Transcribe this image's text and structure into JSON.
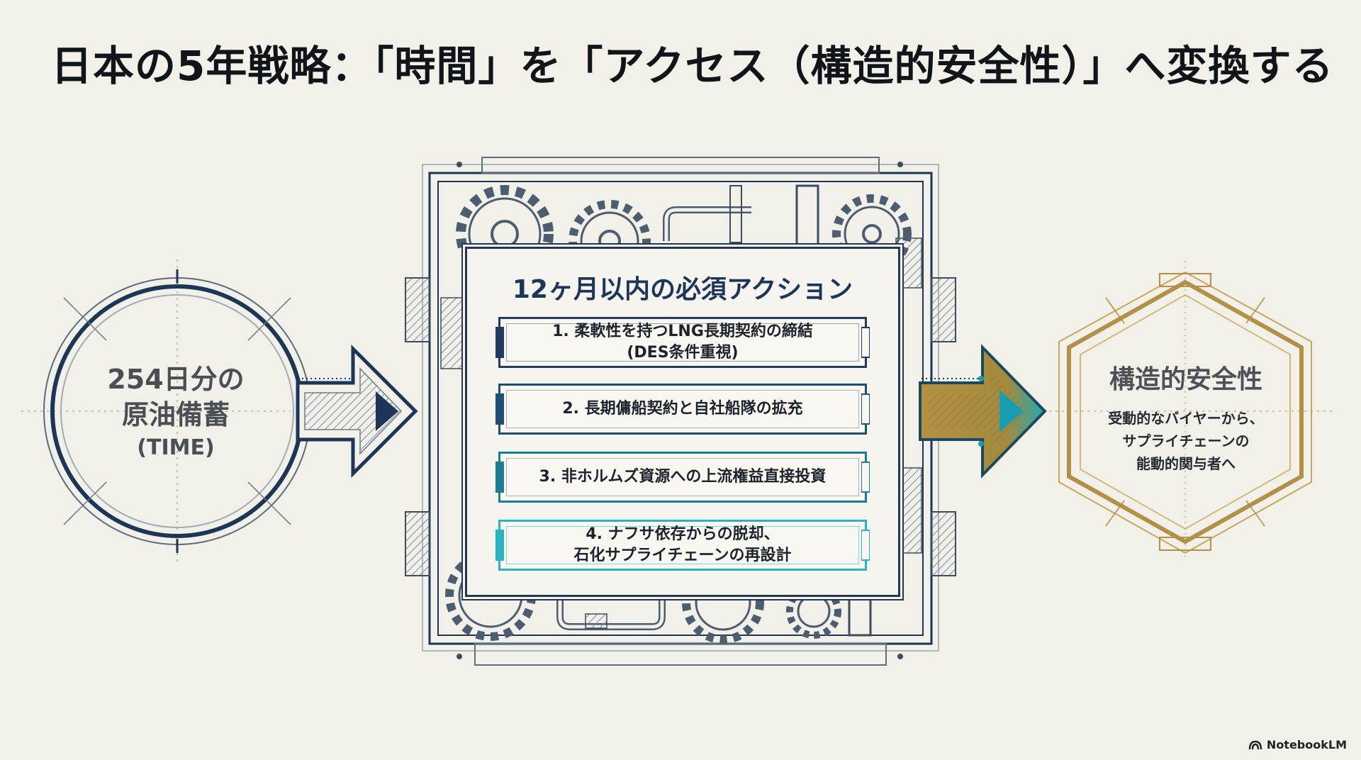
{
  "title": "日本の5年戦略：「時間」を「アクセス（構造的安全性）」へ変換する",
  "left_node": {
    "line1": "254日分の",
    "line2": "原油備蓄",
    "line3": "(TIME)"
  },
  "center_panel": {
    "title": "12ヶ月以内の必須アクション",
    "actions": [
      {
        "line1": "1. 柔軟性を持つLNG長期契約の締結",
        "line2": "(DES条件重視)"
      },
      {
        "line1": "2. 長期傭船契約と自社船隊の拡充",
        "line2": ""
      },
      {
        "line1": "3. 非ホルムズ資源への上流権益直接投資",
        "line2": ""
      },
      {
        "line1": "4. ナフサ依存からの脱却、",
        "line2": "石化サプライチェーンの再設計"
      }
    ]
  },
  "right_node": {
    "title": "構造的安全性",
    "desc_line1": "受動的なバイヤーから、",
    "desc_line2": "サプライチェーンの",
    "desc_line3": "能動的関与者へ"
  },
  "brand": {
    "label": "NotebookLM"
  },
  "colors": {
    "navy": "#1d3557",
    "teal": "#2bb3c0",
    "gold": "#b39045",
    "background": "#f1f0e9"
  },
  "icons": [
    "clock-circle-icon",
    "gear-icon",
    "hexagon-icon",
    "arrow-right-icon",
    "notebooklm-icon"
  ]
}
